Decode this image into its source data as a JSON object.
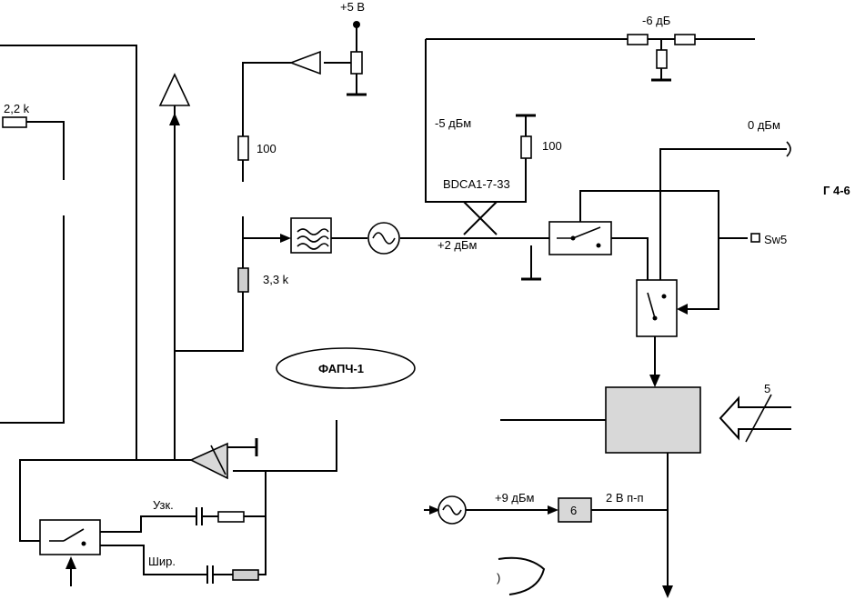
{
  "labels": {
    "r_left": "2,2 k",
    "supply": "+5 В",
    "r_feed": "100",
    "r_bottom_feed": "3,3 k",
    "attn": "-6  дБ",
    "lvl_minus5": "-5  дБм",
    "r_term": "100",
    "mixer_part": "BDCA1-7-33",
    "lvl_0": "0  дБм",
    "g46": "Г 4-6",
    "lvl_plus2": "+2  дБм",
    "sw5": "Sw5",
    "pll_name": "ФАПЧ-1",
    "bus_num": "5",
    "lvl_plus9": "+9  дБм",
    "divider": "6",
    "v_pp": "2 В п-п",
    "narrow": "Узк.",
    "wide": "Шир."
  }
}
